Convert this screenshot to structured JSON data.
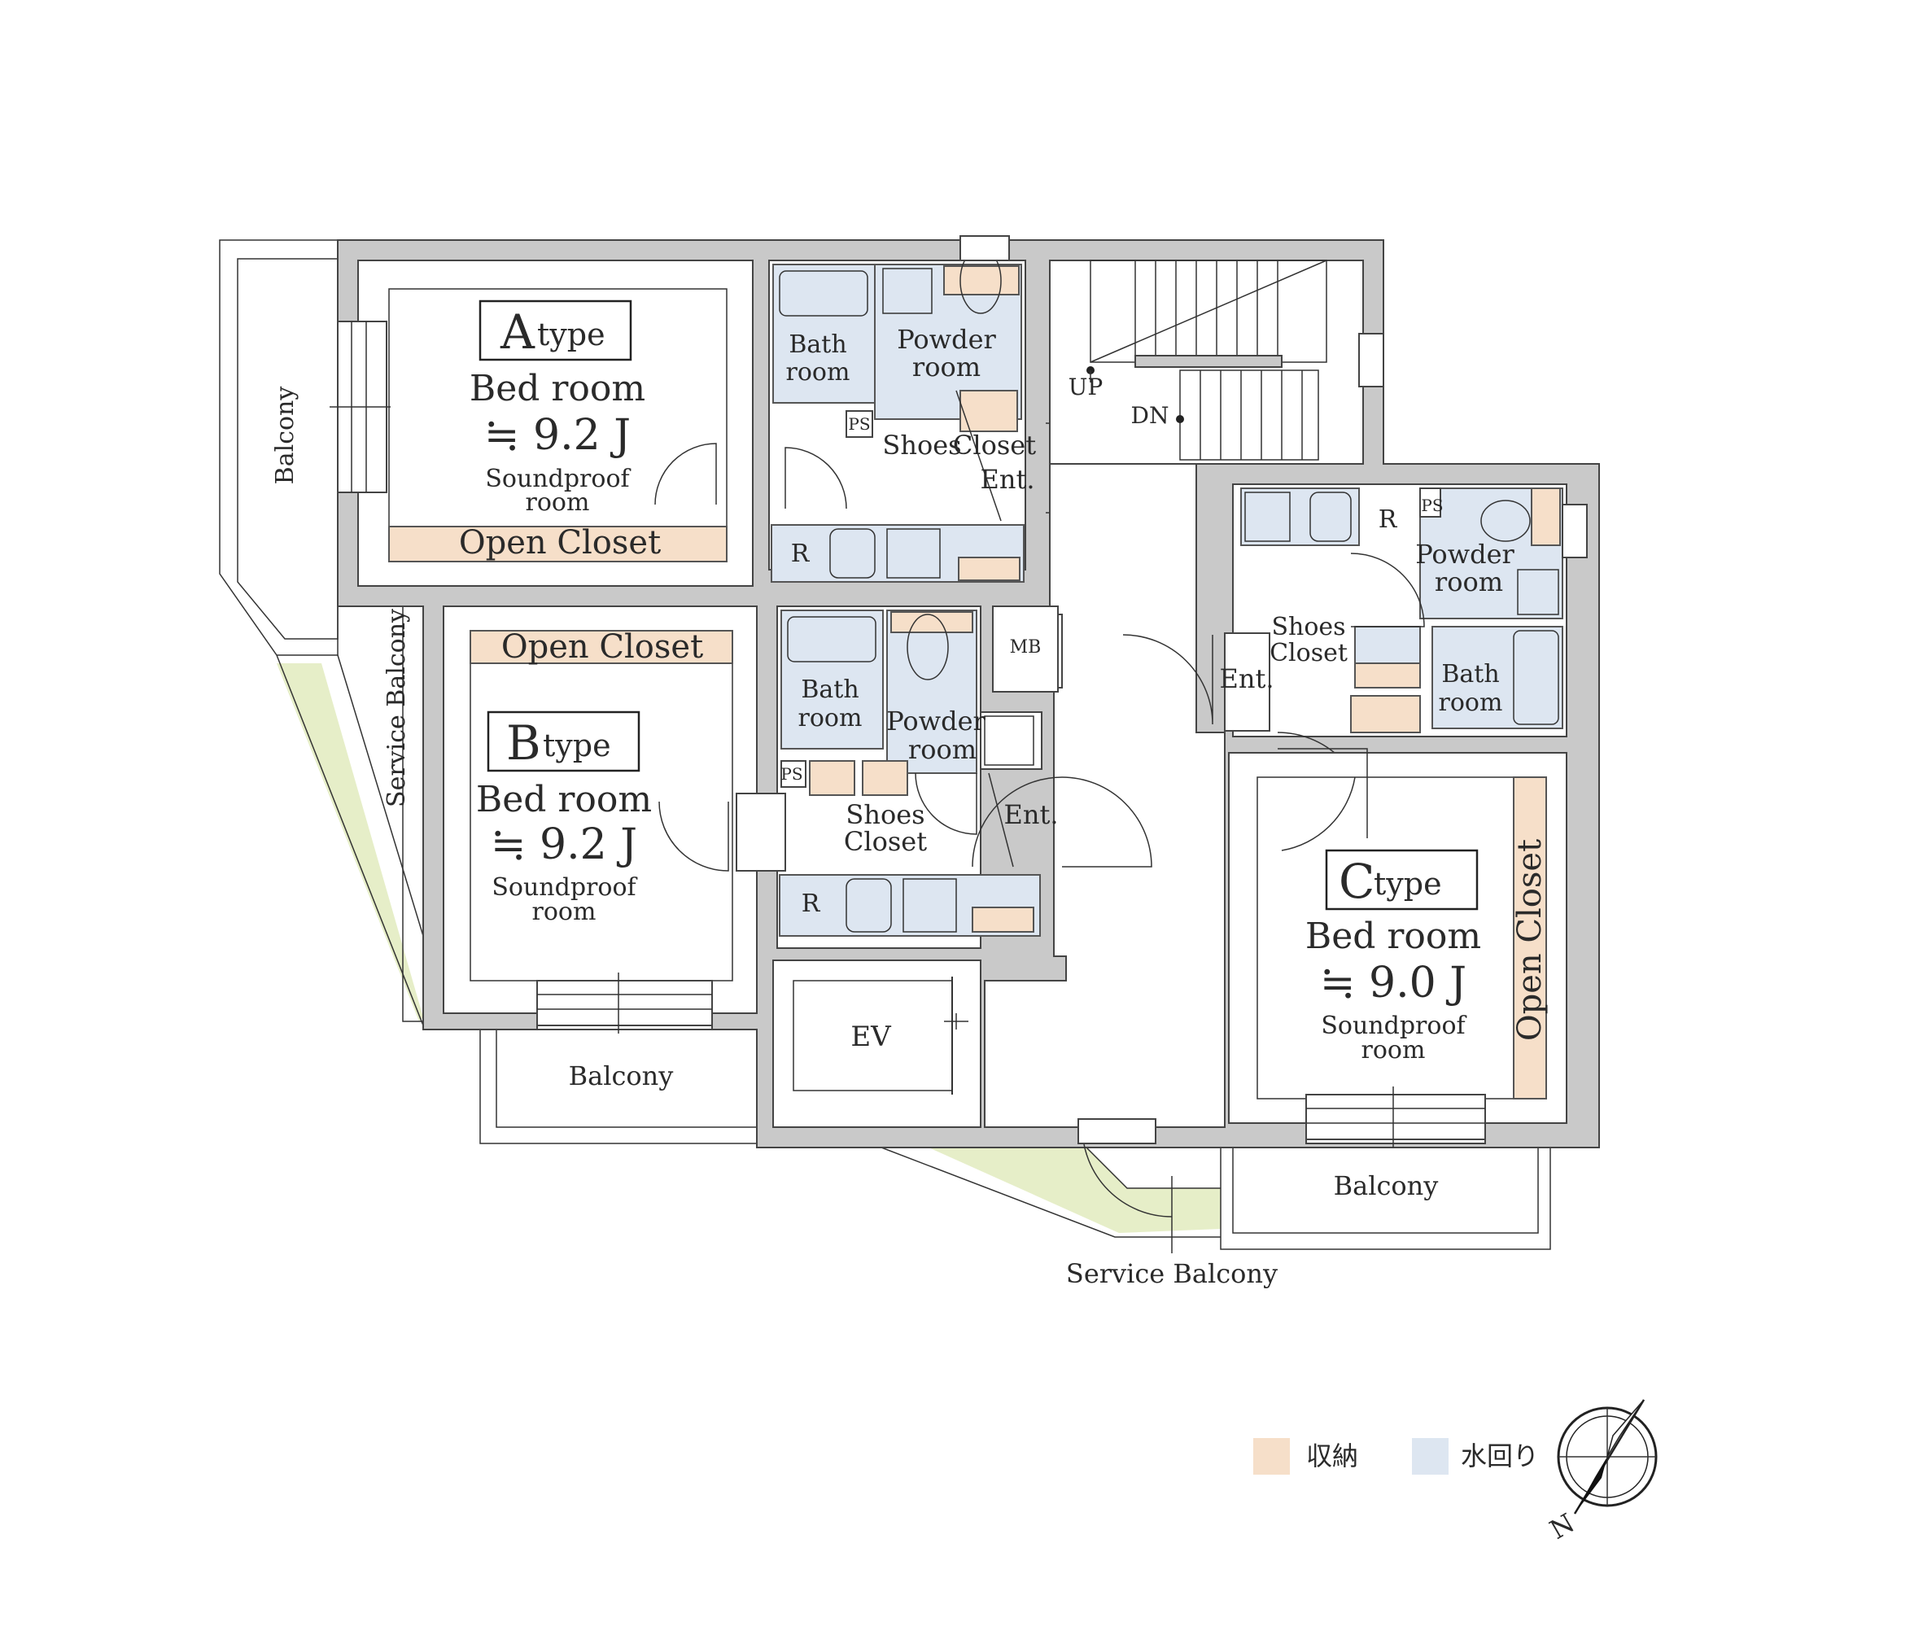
{
  "colors": {
    "storage": "#f6dfc9",
    "wet_area": "#dde6f1",
    "wall": "#c9c9c9",
    "service_balcony": "#e6eec8"
  },
  "units": {
    "a": {
      "type_letter": "A",
      "type_word": "type",
      "bedroom": "Bed room",
      "size": "≒ 9.2 J",
      "soundproof": "Soundproof",
      "room": "room",
      "open_closet": "Open Closet"
    },
    "b": {
      "type_letter": "B",
      "type_word": "type",
      "bedroom": "Bed room",
      "size": "≒ 9.2 J",
      "soundproof": "Soundproof",
      "room": "room",
      "open_closet": "Open Closet"
    },
    "c": {
      "type_letter": "C",
      "type_word": "type",
      "bedroom": "Bed room",
      "size": "≒ 9.0 J",
      "soundproof": "Soundproof",
      "room": "room",
      "open_closet": "Open Closet"
    }
  },
  "labels": {
    "bath": "Bath",
    "room": "room",
    "powder": "Powder",
    "shoes": "Shoes",
    "closet": "Closet",
    "ent": "Ent.",
    "ps": "PS",
    "r": "R",
    "mb": "MB",
    "ev": "EV",
    "up": "UP",
    "dn": "DN",
    "balcony": "Balcony",
    "service_balcony": "Service Balcony"
  },
  "legend": {
    "storage": "収納",
    "wet_area": "水回り"
  },
  "compass": {
    "north_label": "N"
  }
}
